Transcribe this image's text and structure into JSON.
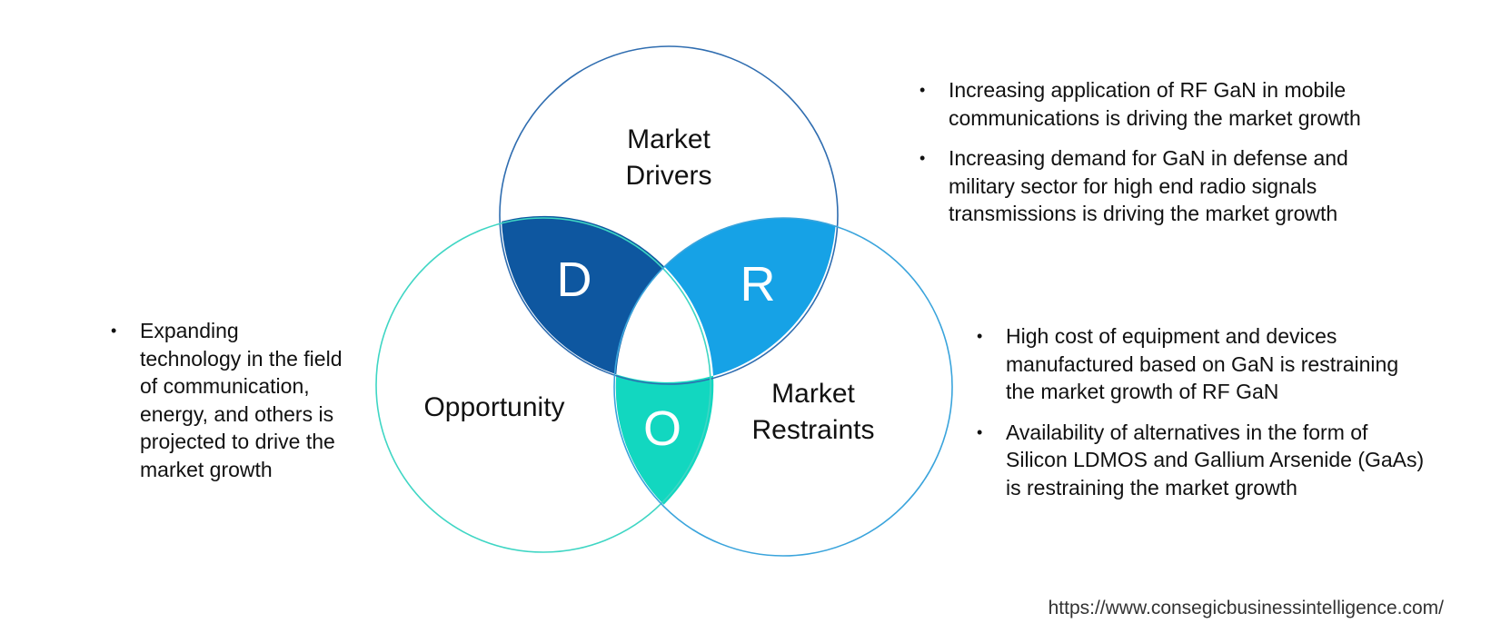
{
  "diagram": {
    "circles": {
      "drivers": {
        "label_line1": "Market",
        "label_line2": "Drivers"
      },
      "opportunity": {
        "label": "Opportunity"
      },
      "restraints": {
        "label_line1": "Market",
        "label_line2": "Restraints"
      }
    },
    "intersections": {
      "drivers_opportunity": "D",
      "drivers_restraints": "R",
      "opportunity_restraints": "O"
    },
    "colors": {
      "drivers_outline": "#2f6db0",
      "opportunity_outline": "#3fd6c4",
      "restraints_outline": "#3aa4dc",
      "d_fill": "#0e57a0",
      "r_fill": "#16a2e6",
      "o_fill": "#12d7c0"
    }
  },
  "drivers": {
    "items": [
      "Increasing application of RF GaN in mobile communications is driving the market growth",
      "Increasing demand for GaN in defense and military sector for high end radio signals transmissions is driving the market growth"
    ]
  },
  "restraints": {
    "items": [
      "High cost of equipment and devices manufactured based on GaN is restraining the market growth of RF GaN",
      "Availability of alternatives in the form of Silicon LDMOS and Gallium Arsenide (GaAs) is restraining the market growth"
    ]
  },
  "opportunity": {
    "items": [
      "Expanding technology in the field of communication, energy, and others is projected to drive the market growth"
    ]
  },
  "footer": {
    "url": "https://www.consegicbusinessintelligence.com/"
  }
}
